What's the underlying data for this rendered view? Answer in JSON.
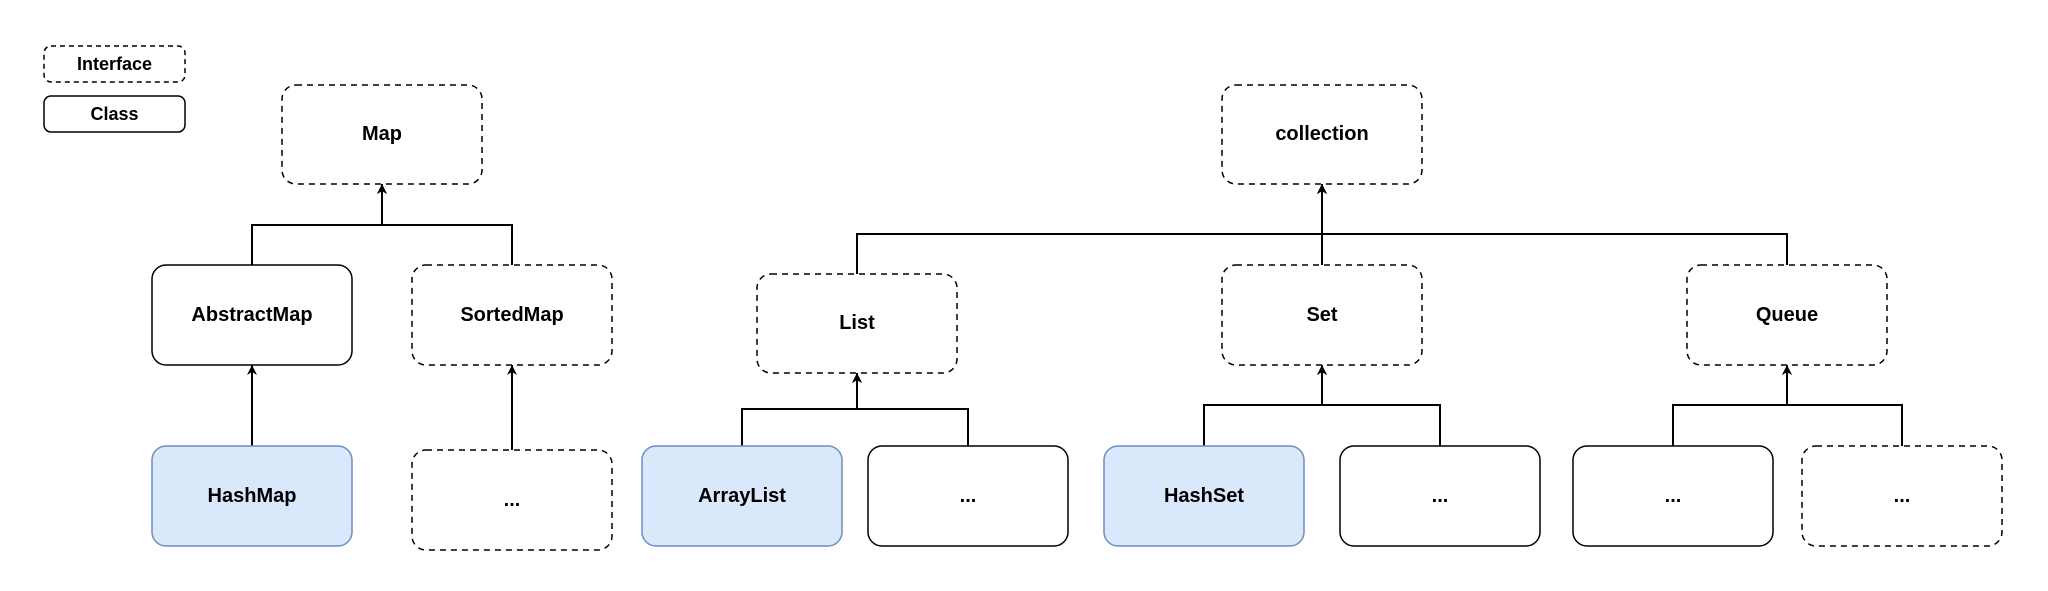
{
  "legend": {
    "interface_label": "Interface",
    "class_label": "Class"
  },
  "colors": {
    "stroke": "#000000",
    "highlight_fill": "#dae8fc",
    "highlight_stroke": "#6c8ebf",
    "default_fill": "#ffffff"
  },
  "nodes": {
    "map": {
      "label": "Map",
      "kind": "interface"
    },
    "abstract_map": {
      "label": "AbstractMap",
      "kind": "class"
    },
    "sorted_map": {
      "label": "SortedMap",
      "kind": "interface"
    },
    "hash_map": {
      "label": "HashMap",
      "kind": "class",
      "highlighted": true
    },
    "sorted_map_more": {
      "label": "...",
      "kind": "interface"
    },
    "collection": {
      "label": "collection",
      "kind": "interface"
    },
    "list": {
      "label": "List",
      "kind": "interface"
    },
    "set": {
      "label": "Set",
      "kind": "interface"
    },
    "queue": {
      "label": "Queue",
      "kind": "interface"
    },
    "array_list": {
      "label": "ArrayList",
      "kind": "class",
      "highlighted": true
    },
    "list_more": {
      "label": "...",
      "kind": "class"
    },
    "hash_set": {
      "label": "HashSet",
      "kind": "class",
      "highlighted": true
    },
    "set_more": {
      "label": "...",
      "kind": "class"
    },
    "queue_more_1": {
      "label": "...",
      "kind": "class"
    },
    "queue_more_2": {
      "label": "...",
      "kind": "interface"
    }
  },
  "edges": [
    {
      "from": "abstract_map",
      "to": "map"
    },
    {
      "from": "sorted_map",
      "to": "map"
    },
    {
      "from": "hash_map",
      "to": "abstract_map"
    },
    {
      "from": "sorted_map_more",
      "to": "sorted_map"
    },
    {
      "from": "list",
      "to": "collection"
    },
    {
      "from": "set",
      "to": "collection"
    },
    {
      "from": "queue",
      "to": "collection"
    },
    {
      "from": "array_list",
      "to": "list"
    },
    {
      "from": "list_more",
      "to": "list"
    },
    {
      "from": "hash_set",
      "to": "set"
    },
    {
      "from": "set_more",
      "to": "set"
    },
    {
      "from": "queue_more_1",
      "to": "queue"
    },
    {
      "from": "queue_more_2",
      "to": "queue"
    }
  ]
}
